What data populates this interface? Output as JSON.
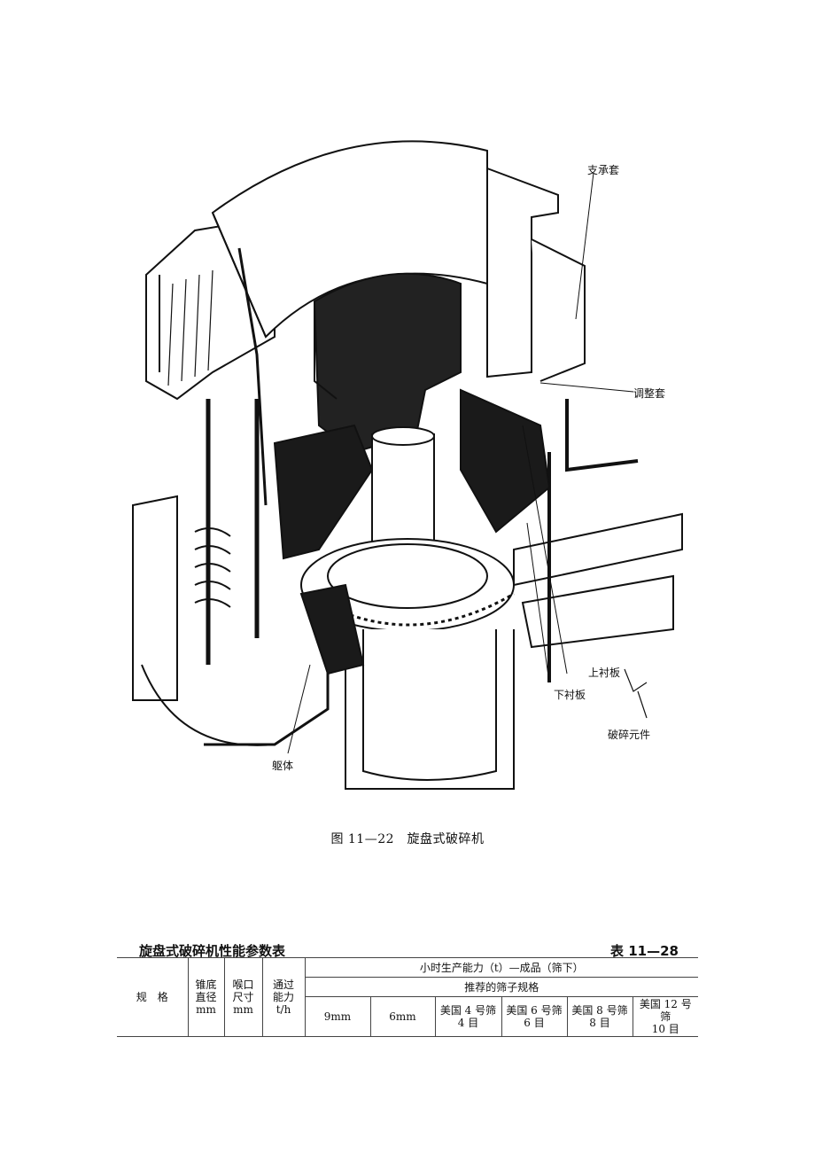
{
  "figure": {
    "labels": {
      "support_sleeve": "支承套",
      "adjust_sleeve": "调整套",
      "upper_liner": "上衬板",
      "lower_liner": "下衬板",
      "crushing_element": "破碎元件",
      "body": "躯体"
    },
    "caption": "图 11—22　旋盘式破碎机"
  },
  "table": {
    "title": "旋盘式破碎机性能参数表",
    "number": "表 11—28",
    "headers": {
      "spec": "规　格",
      "cone_dia": [
        "锥底",
        "直径",
        "mm"
      ],
      "throat": [
        "喉口",
        "尺寸",
        "mm"
      ],
      "throughput": [
        "通过",
        "能力",
        "t/h"
      ],
      "hourly": "小时生产能力（t）—成品（筛下）",
      "screen": "推荐的筛子规格",
      "sizes": [
        [
          "9mm"
        ],
        [
          "6mm"
        ],
        [
          "美国 4 号筛",
          "4 目"
        ],
        [
          "美国 6 号筛",
          "6 目"
        ],
        [
          "美国 8 号筛",
          "8 目"
        ],
        [
          "美国 12 号",
          "筛",
          "10 目"
        ]
      ]
    }
  }
}
